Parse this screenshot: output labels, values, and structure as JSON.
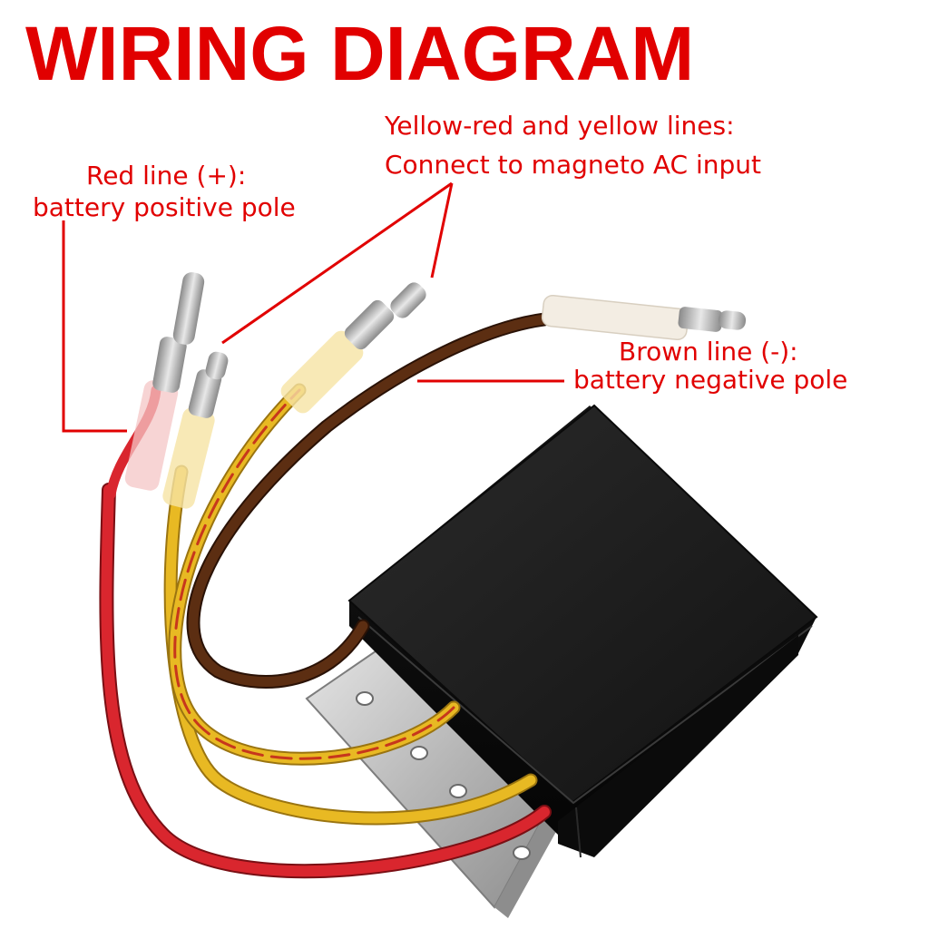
{
  "title": "WIRING DIAGRAM",
  "labels": {
    "red_line_title": "Red line (+):",
    "red_line_desc": "battery positive pole",
    "yellow_lines_title": "Yellow-red and yellow lines:",
    "yellow_lines_desc": "Connect to magneto AC input",
    "brown_line_title": "Brown line (-):",
    "brown_line_desc": "battery negative pole"
  },
  "colors": {
    "accent": "#e10000",
    "title": "#e10000",
    "red_wire": "#d9262e",
    "yellow_wire": "#e8b923",
    "brown_wire": "#5c2e12",
    "module_body": "#1e1e1e",
    "heatsink": "#c4c4c4"
  }
}
